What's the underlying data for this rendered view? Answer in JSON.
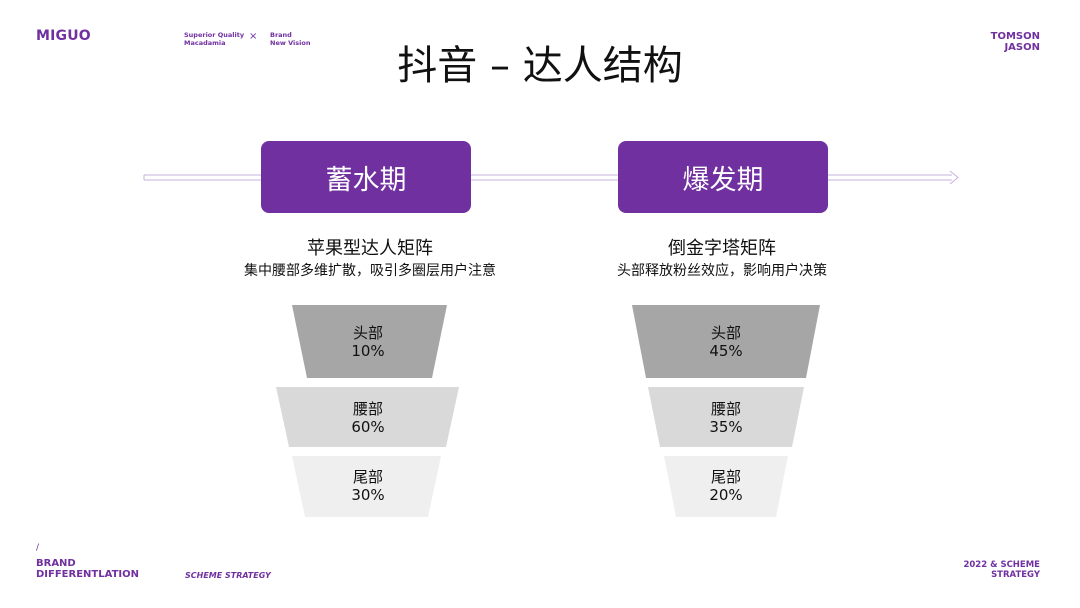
{
  "header": {
    "logo": "MIGUO",
    "tagline_left_1": "Superior Quality",
    "tagline_left_2": "Macadamia",
    "tagline_sep": "×",
    "tagline_right_1": "Brand",
    "tagline_right_2": "New Vision",
    "author_1": "TOMSON",
    "author_2": "JASON"
  },
  "title": "抖音 – 达人结构",
  "phases": {
    "left": "蓄水期",
    "right": "爆发期"
  },
  "left_section": {
    "heading": "苹果型达人矩阵",
    "description": "集中腰部多维扩散，吸引多圈层用户注意",
    "segments": [
      {
        "name": "头部",
        "value": "10%",
        "color": "#a6a6a6"
      },
      {
        "name": "腰部",
        "value": "60%",
        "color": "#d9d9d9"
      },
      {
        "name": "尾部",
        "value": "30%",
        "color": "#efefef"
      }
    ]
  },
  "right_section": {
    "heading": "倒金字塔矩阵",
    "description": "头部释放粉丝效应，影响用户决策",
    "segments": [
      {
        "name": "头部",
        "value": "45%",
        "color": "#a6a6a6"
      },
      {
        "name": "腰部",
        "value": "35%",
        "color": "#d9d9d9"
      },
      {
        "name": "尾部",
        "value": "20%",
        "color": "#efefef"
      }
    ]
  },
  "footer": {
    "slash": "/",
    "left_1": "BRAND",
    "left_2": "DIFFERENTLATION",
    "middle": "SCHEME STRATEGY",
    "right_1": "2022 & SCHEME",
    "right_2": "STRATEGY"
  },
  "colors": {
    "accent": "#7030a0",
    "arrow_line": "#c9b0dc"
  }
}
